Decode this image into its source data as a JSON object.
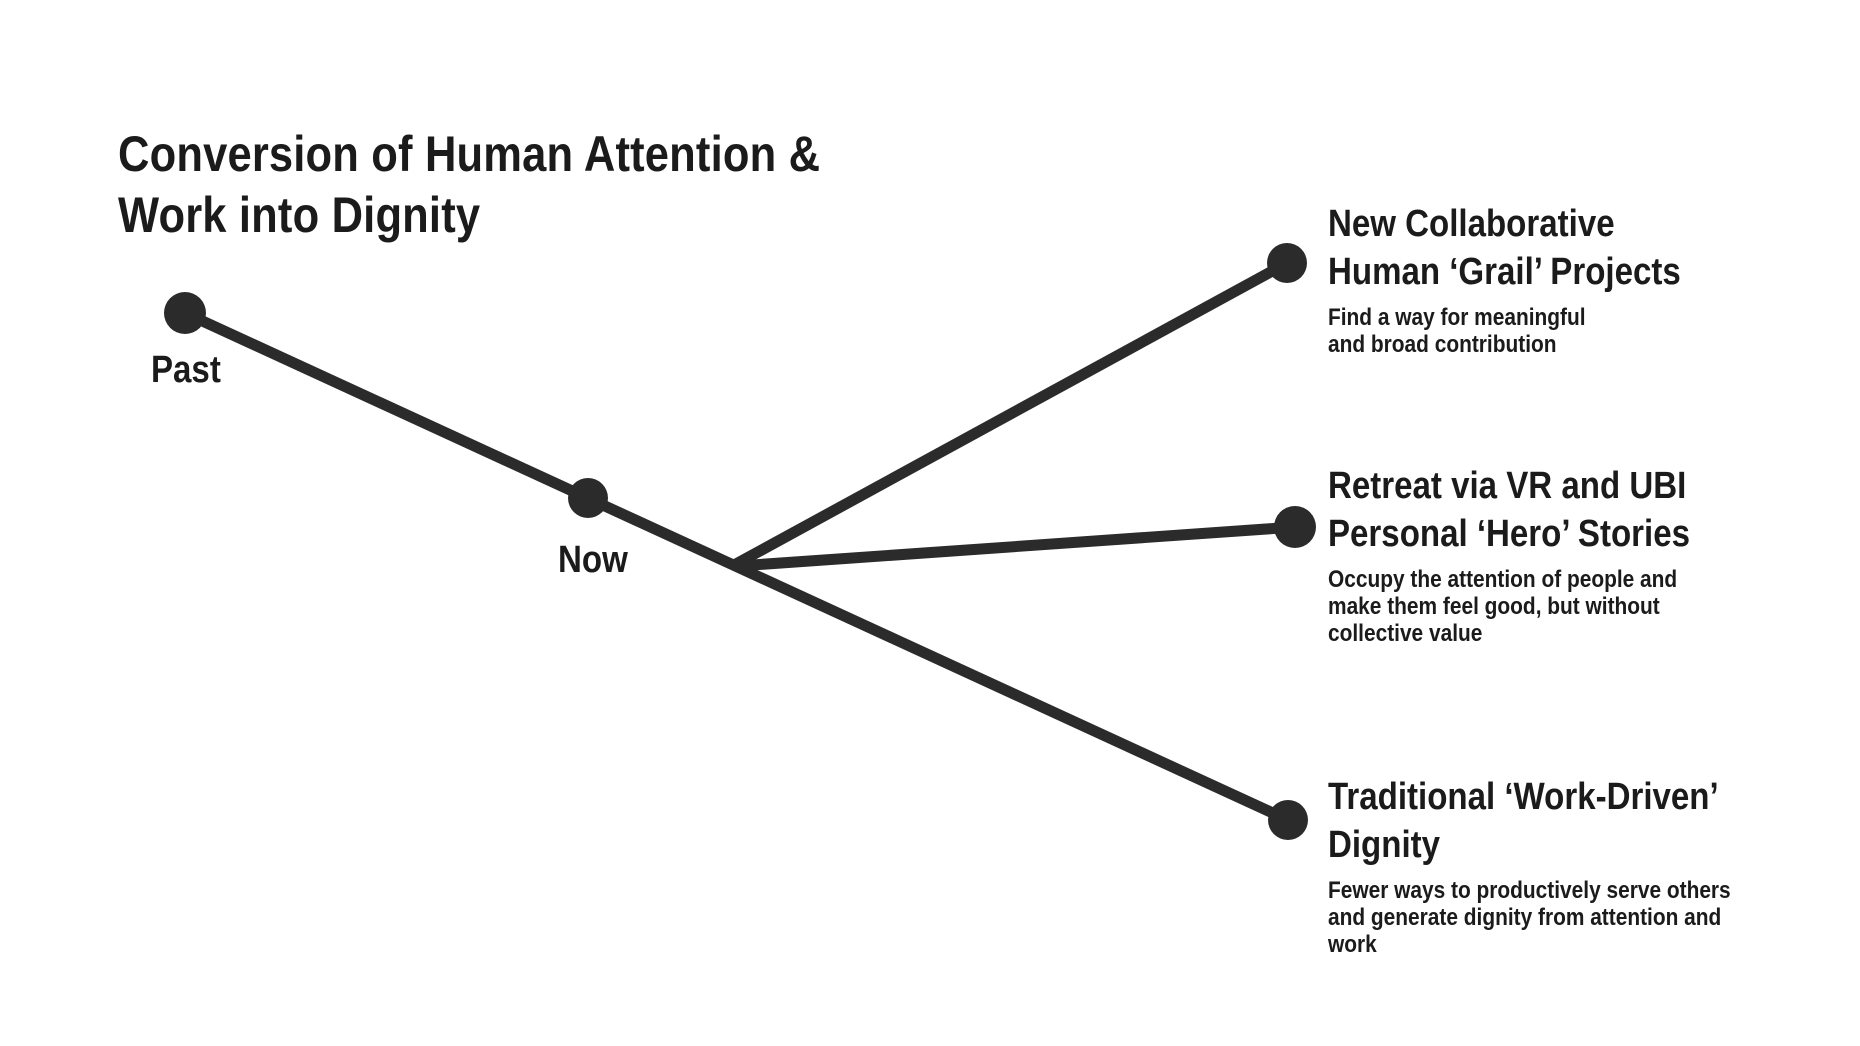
{
  "colors": {
    "background": "#ffffff",
    "text_ink": "#1b1b1b",
    "graphic_ink": "#2b2b2b"
  },
  "title": {
    "lines": [
      "Conversion of Human Attention &",
      "Work into Dignity"
    ]
  },
  "timeline": {
    "past_label": "Past",
    "now_label": "Now"
  },
  "branches": [
    {
      "heading_lines": [
        "New Collaborative",
        "Human ‘Grail’ Projects"
      ],
      "description_lines": [
        "Find a way for meaningful",
        "and broad contribution"
      ]
    },
    {
      "heading_lines": [
        "Retreat via VR and UBI",
        "Personal ‘Hero’ Stories"
      ],
      "description_lines": [
        "Occupy the attention of people and",
        "make them feel good, but without",
        "collective value"
      ]
    },
    {
      "heading_lines": [
        "Traditional ‘Work-Driven’",
        "Dignity"
      ],
      "description_lines": [
        "Fewer ways to productively serve others",
        "and generate dignity from attention and",
        "work"
      ]
    }
  ]
}
